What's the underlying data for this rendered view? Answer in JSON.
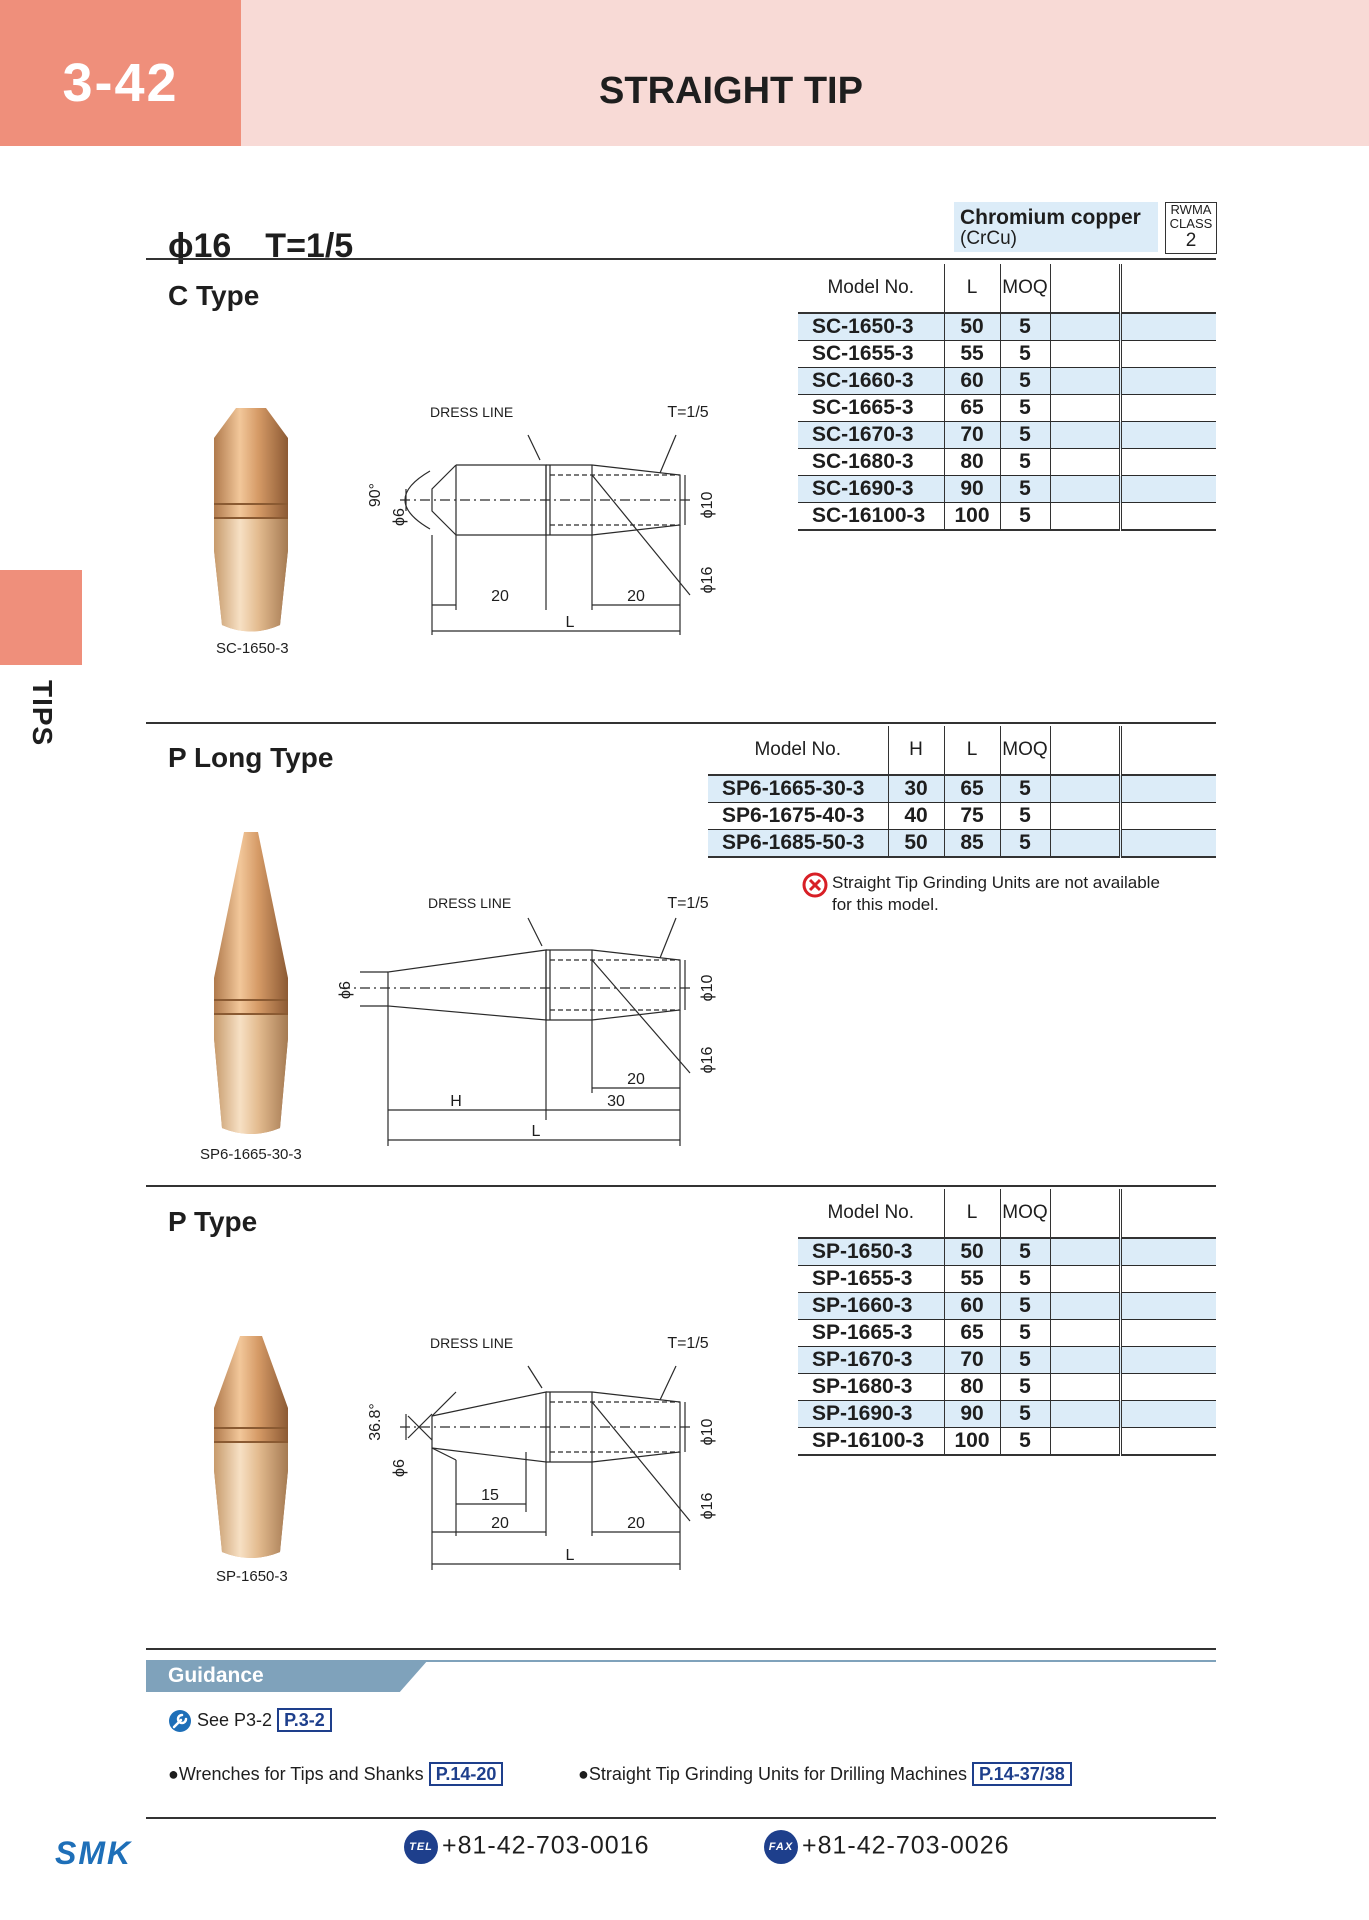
{
  "header": {
    "page_number": "3-42",
    "title": "STRAIGHT TIP"
  },
  "side_tab": {
    "label": "TIPS"
  },
  "spec": {
    "title": "ϕ16　T=1/5"
  },
  "material": {
    "name": "Chromium copper",
    "abbr": "(CrCu)",
    "rwma_line1": "RWMA",
    "rwma_line2": "CLASS",
    "rwma_class": "2"
  },
  "sections": {
    "c_type": {
      "title": "C Type",
      "caption": "SC-1650-3",
      "headers": [
        "Model No.",
        "L",
        "MOQ"
      ],
      "rows": [
        [
          "SC-1650-3",
          "50",
          "5"
        ],
        [
          "SC-1655-3",
          "55",
          "5"
        ],
        [
          "SC-1660-3",
          "60",
          "5"
        ],
        [
          "SC-1665-3",
          "65",
          "5"
        ],
        [
          "SC-1670-3",
          "70",
          "5"
        ],
        [
          "SC-1680-3",
          "80",
          "5"
        ],
        [
          "SC-1690-3",
          "90",
          "5"
        ],
        [
          "SC-16100-3",
          "100",
          "5"
        ]
      ],
      "drawing": {
        "dress_line": "DRESS LINE",
        "taper": "T=1/5",
        "angle": "90°",
        "d_tip": "ϕ6",
        "d_mid": "ϕ10",
        "d_body": "ϕ16",
        "len1": "20",
        "len2": "20",
        "len_total": "L"
      }
    },
    "p_long_type": {
      "title": "P Long Type",
      "caption": "SP6-1665-30-3",
      "headers": [
        "Model No.",
        "H",
        "L",
        "MOQ"
      ],
      "rows": [
        [
          "SP6-1665-30-3",
          "30",
          "65",
          "5"
        ],
        [
          "SP6-1675-40-3",
          "40",
          "75",
          "5"
        ],
        [
          "SP6-1685-50-3",
          "50",
          "85",
          "5"
        ]
      ],
      "note_line1": "Straight Tip Grinding Units are not available",
      "note_line2": "for this model.",
      "drawing": {
        "dress_line": "DRESS LINE",
        "taper": "T=1/5",
        "d_tip": "ϕ6",
        "d_mid": "ϕ10",
        "d_body": "ϕ16",
        "len_h": "H",
        "len_30": "30",
        "len_20": "20",
        "len_total": "L"
      }
    },
    "p_type": {
      "title": "P Type",
      "caption": "SP-1650-3",
      "headers": [
        "Model No.",
        "L",
        "MOQ"
      ],
      "rows": [
        [
          "SP-1650-3",
          "50",
          "5"
        ],
        [
          "SP-1655-3",
          "55",
          "5"
        ],
        [
          "SP-1660-3",
          "60",
          "5"
        ],
        [
          "SP-1665-3",
          "65",
          "5"
        ],
        [
          "SP-1670-3",
          "70",
          "5"
        ],
        [
          "SP-1680-3",
          "80",
          "5"
        ],
        [
          "SP-1690-3",
          "90",
          "5"
        ],
        [
          "SP-16100-3",
          "100",
          "5"
        ]
      ],
      "drawing": {
        "dress_line": "DRESS LINE",
        "taper": "T=1/5",
        "angle": "36.8°",
        "d_tip": "ϕ6",
        "d_mid": "ϕ10",
        "d_body": "ϕ16",
        "len15": "15",
        "len1": "20",
        "len2": "20",
        "len_total": "L"
      }
    }
  },
  "guidance": {
    "title": "Guidance",
    "see_text": "See P3-2",
    "see_ref": "P.3-2",
    "item1_text": "●Wrenches for Tips and Shanks",
    "item1_ref": "P.14-20",
    "item2_text": "●Straight Tip Grinding Units for Drilling Machines",
    "item2_ref": "P.14-37/38"
  },
  "footer": {
    "logo": "SMK",
    "tel_icon": "TEL",
    "tel": "+81-42-703-0016",
    "fax_icon": "FAX",
    "fax": "+81-42-703-0026"
  },
  "colors": {
    "header_band": "#f8dad6",
    "accent_salmon": "#ef8f7b",
    "table_highlight": "#dcecf8",
    "link_blue": "#1e3f8c",
    "guidance_bar": "#7fa2bb"
  }
}
